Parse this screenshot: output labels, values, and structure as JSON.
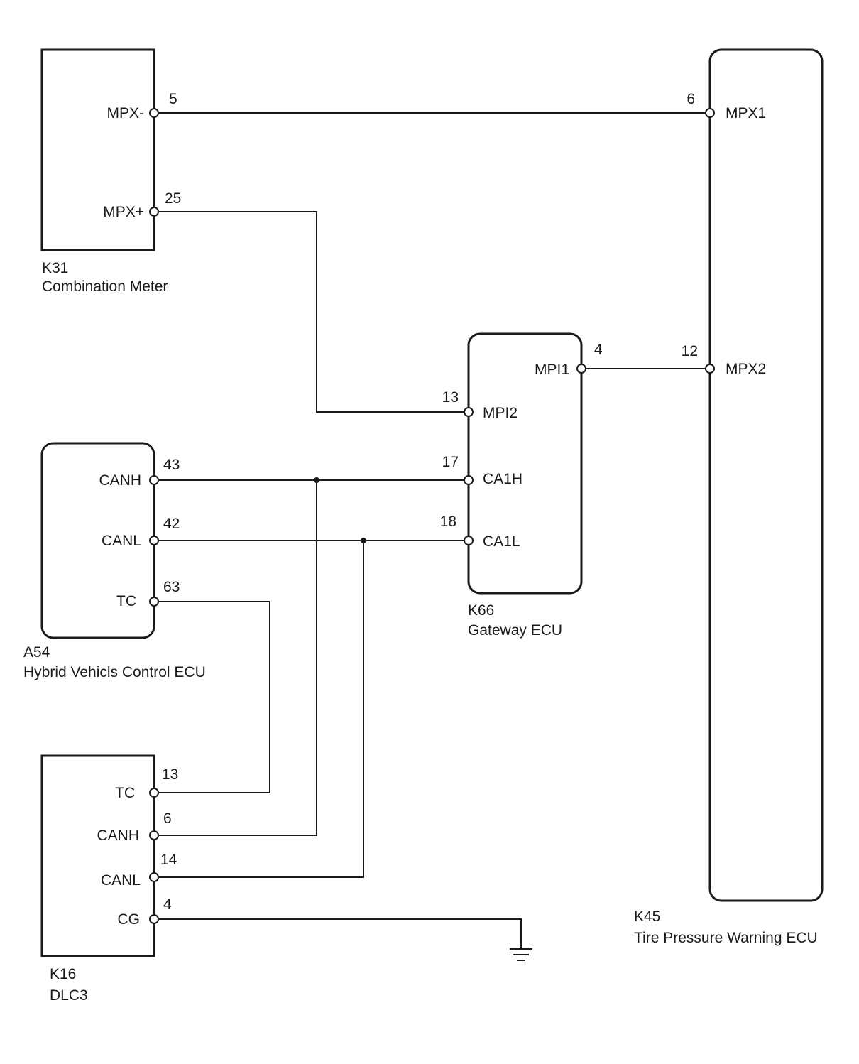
{
  "components": {
    "k31": {
      "id": "K31",
      "name": "Combination Meter",
      "pins": {
        "mpx_minus": {
          "label": "MPX-",
          "num": "5"
        },
        "mpx_plus": {
          "label": "MPX+",
          "num": "25"
        }
      }
    },
    "k45": {
      "id": "K45",
      "name": "Tire Pressure Warning ECU",
      "pins": {
        "mpx1": {
          "label": "MPX1",
          "num": "6"
        },
        "mpx2": {
          "label": "MPX2",
          "num": "12"
        }
      }
    },
    "k66": {
      "id": "K66",
      "name": "Gateway ECU",
      "pins": {
        "mpi1": {
          "label": "MPI1",
          "num": "4"
        },
        "mpi2": {
          "label": "MPI2",
          "num": "13"
        },
        "ca1h": {
          "label": "CA1H",
          "num": "17"
        },
        "ca1l": {
          "label": "CA1L",
          "num": "18"
        }
      }
    },
    "a54": {
      "id": "A54",
      "name": "Hybrid Vehicls Control ECU",
      "pins": {
        "canh": {
          "label": "CANH",
          "num": "43"
        },
        "canl": {
          "label": "CANL",
          "num": "42"
        },
        "tc": {
          "label": "TC",
          "num": "63"
        }
      }
    },
    "k16": {
      "id": "K16",
      "name": "DLC3",
      "pins": {
        "tc": {
          "label": "TC",
          "num": "13"
        },
        "canh": {
          "label": "CANH",
          "num": "6"
        },
        "canl": {
          "label": "CANL",
          "num": "14"
        },
        "cg": {
          "label": "CG",
          "num": "4"
        }
      }
    }
  },
  "symbols": {
    "ground": "ground-icon"
  }
}
